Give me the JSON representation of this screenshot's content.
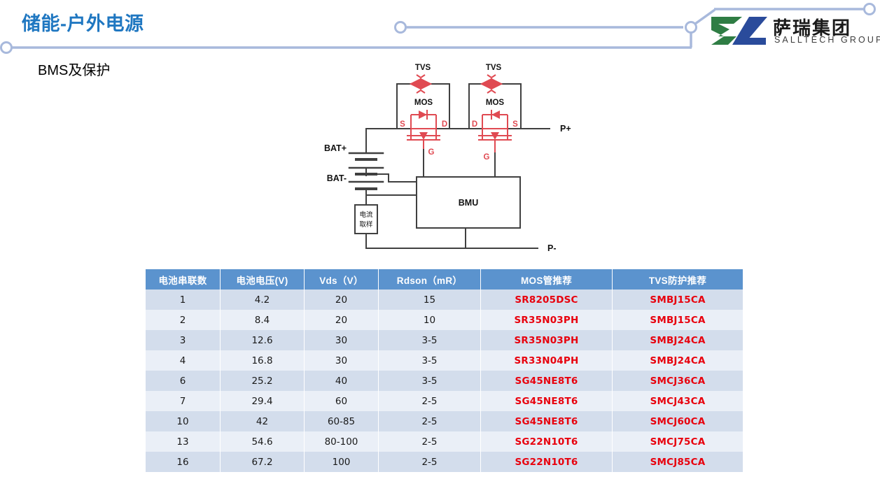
{
  "header": {
    "title": "储能-户外电源",
    "subtitle": "BMS及保护",
    "logo_cn": "萨瑞集团",
    "logo_en": "SALLTECH GROUP",
    "accent_blue": "#1F77C1",
    "decor_line_color": "#A8B9DC",
    "logo_green": "#2F7D44",
    "logo_blue": "#2A4B9B"
  },
  "circuit": {
    "labels": {
      "tvs_left": "TVS",
      "tvs_right": "TVS",
      "mos_left": "MOS",
      "mos_right": "MOS",
      "left_s": "S",
      "left_d": "D",
      "left_g": "G",
      "right_d": "D",
      "right_s": "S",
      "right_g": "G",
      "bat_plus": "BAT+",
      "bat_minus": "BAT-",
      "p_plus": "P+",
      "p_minus": "P-",
      "bmu": "BMU",
      "shunt_line1": "电流",
      "shunt_line2": "取样"
    },
    "wire_color": "#404040",
    "device_color": "#E04A52"
  },
  "table": {
    "columns": [
      "电池串联数",
      "电池电压(V)",
      "Vds（V）",
      "Rdson（mR）",
      "MOS管推荐",
      "TVS防护推荐"
    ],
    "rows": [
      [
        "1",
        "4.2",
        "20",
        "15",
        "SR8205DSC",
        "SMBJ15CA"
      ],
      [
        "2",
        "8.4",
        "20",
        "10",
        "SR35N03PH",
        "SMBJ15CA"
      ],
      [
        "3",
        "12.6",
        "30",
        "3-5",
        "SR35N03PH",
        "SMBJ24CA"
      ],
      [
        "4",
        "16.8",
        "30",
        "3-5",
        "SR33N04PH",
        "SMBJ24CA"
      ],
      [
        "6",
        "25.2",
        "40",
        "3-5",
        "SG45NE8T6",
        "SMCJ36CA"
      ],
      [
        "7",
        "29.4",
        "60",
        "2-5",
        "SG45NE8T6",
        "SMCJ43CA"
      ],
      [
        "10",
        "42",
        "60-85",
        "2-5",
        "SG45NE8T6",
        "SMCJ60CA"
      ],
      [
        "13",
        "54.6",
        "80-100",
        "2-5",
        "SG22N10T6",
        "SMCJ75CA"
      ],
      [
        "16",
        "67.2",
        "100",
        "2-5",
        "SG22N10T6",
        "SMCJ85CA"
      ]
    ],
    "header_bg": "#5B93CE",
    "row_odd_bg": "#D3DDEC",
    "row_even_bg": "#EAEFF7",
    "part_color": "#E8000D"
  }
}
